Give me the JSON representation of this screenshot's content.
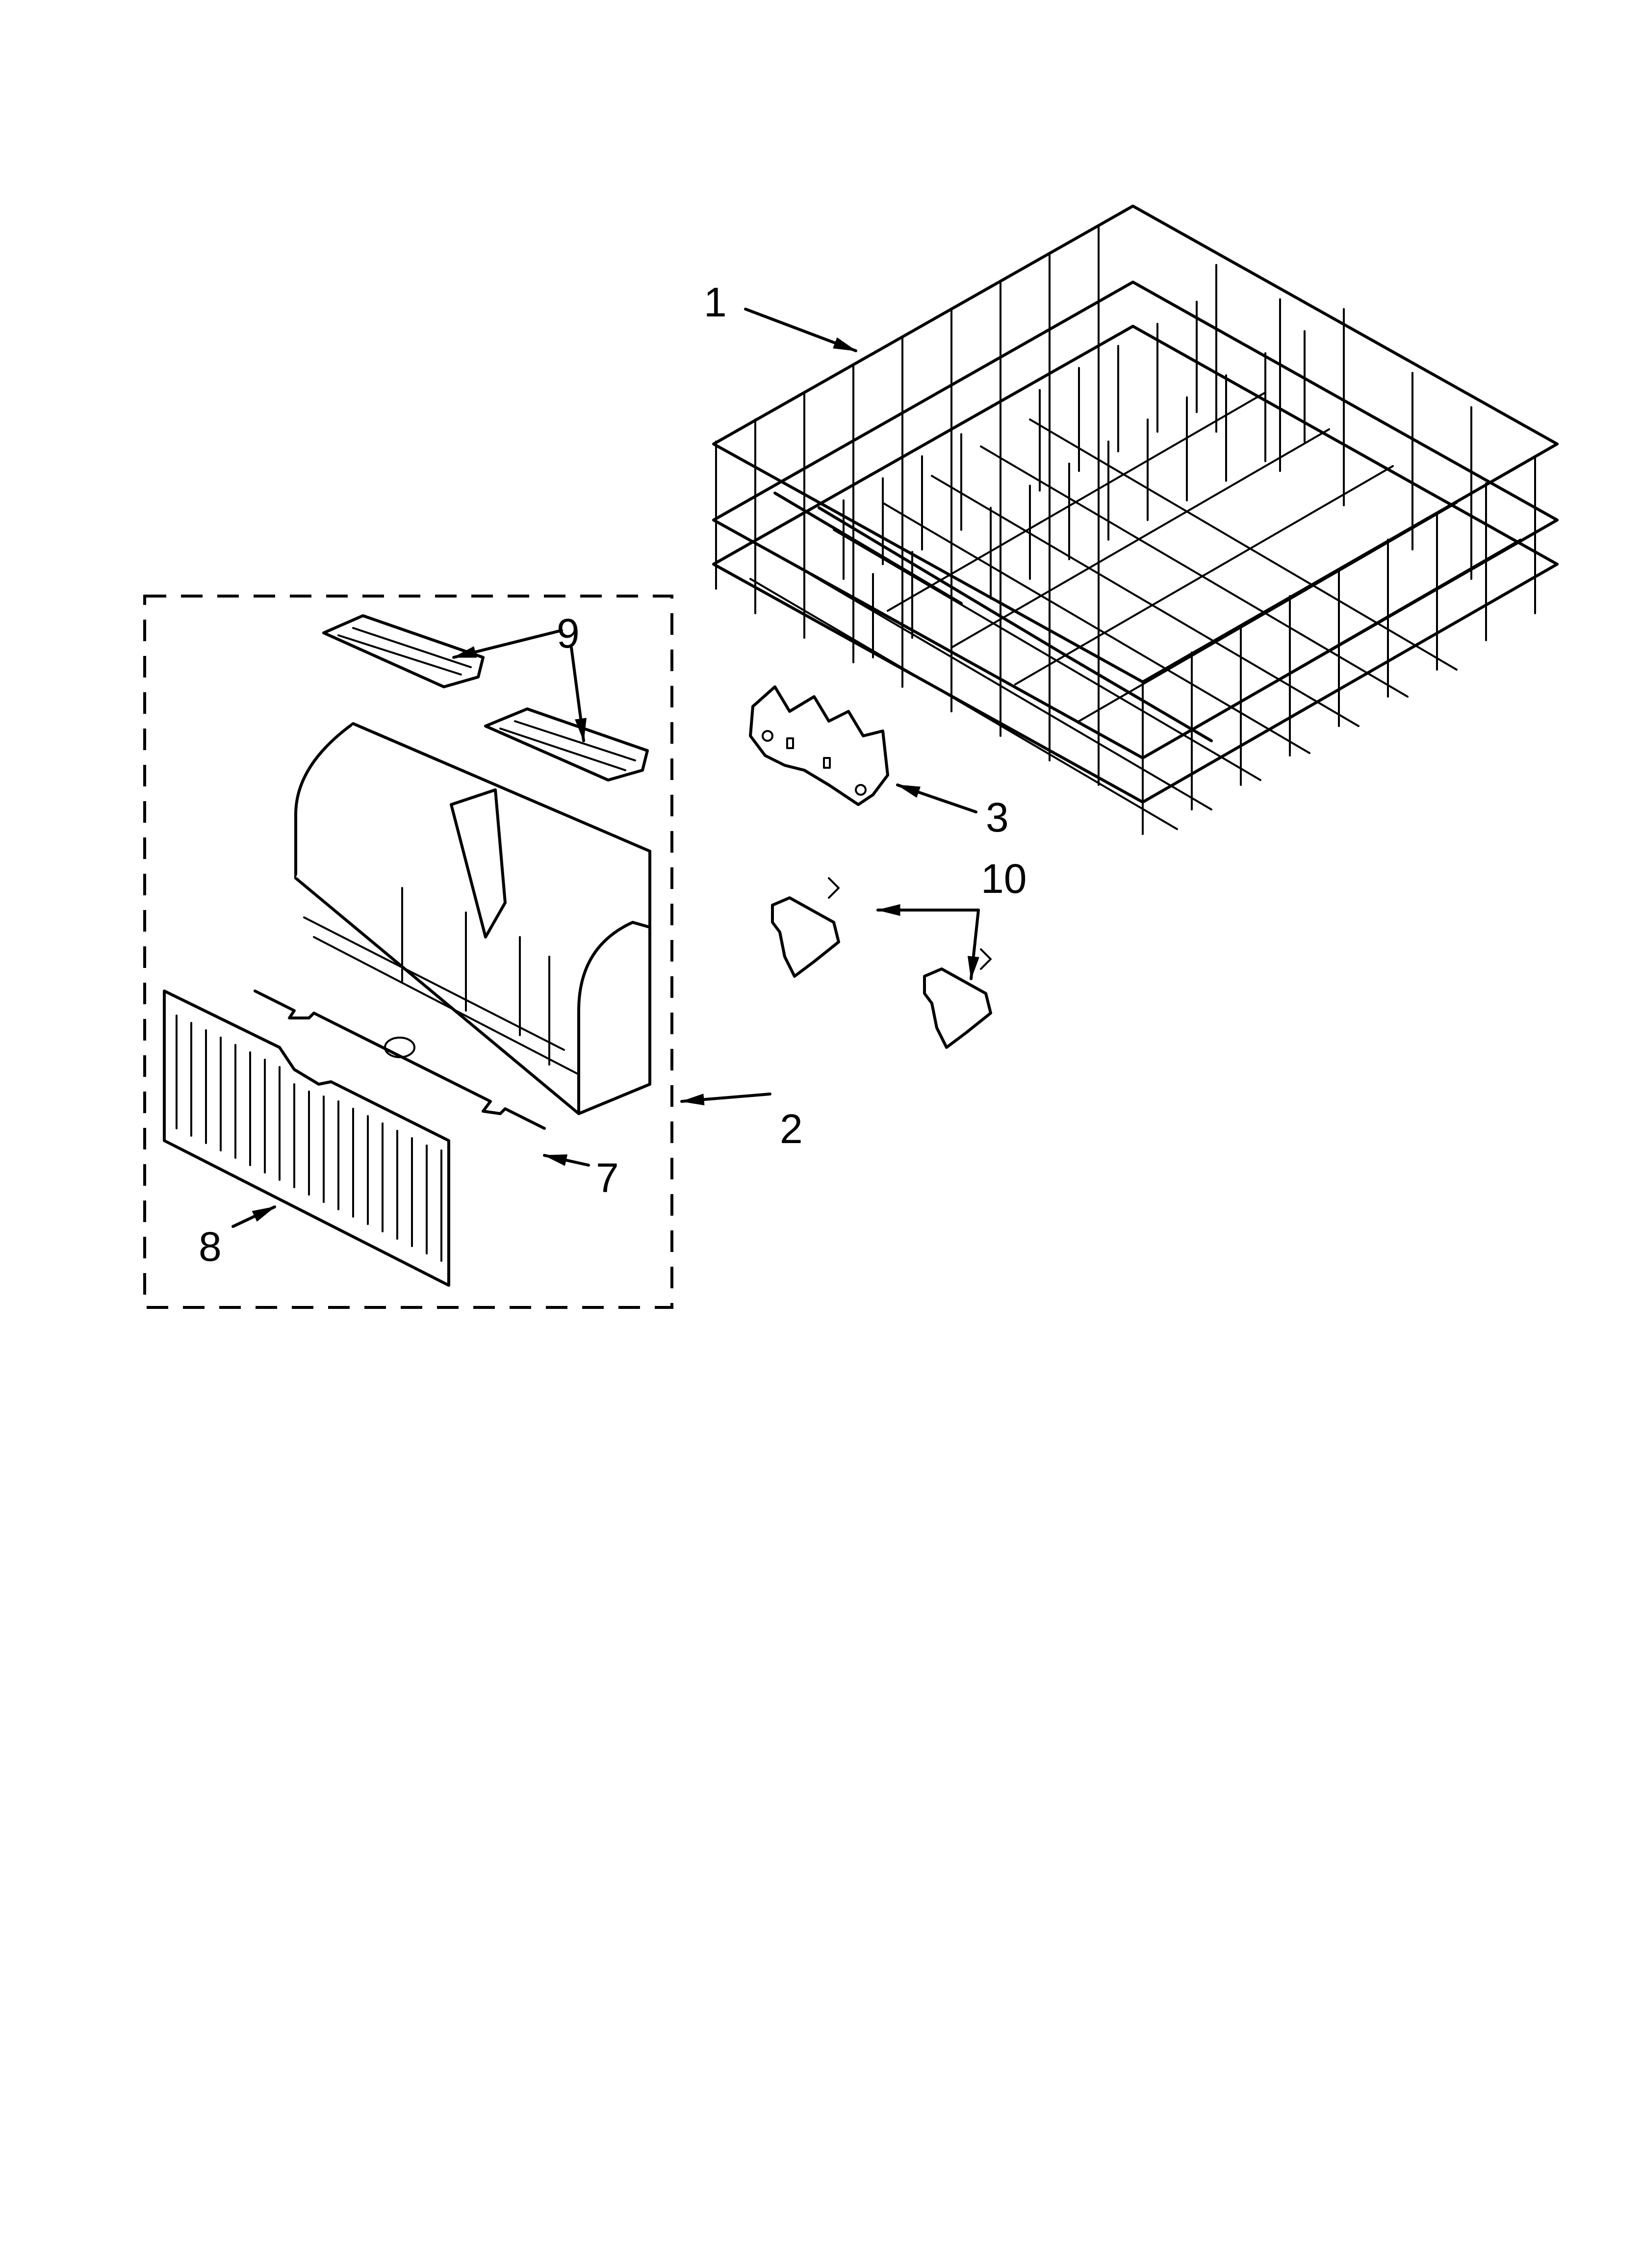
{
  "diagram": {
    "title": "Upper dishrack parts diagram",
    "background": "#ffffff",
    "line_color": "#000000",
    "callouts": [
      {
        "id": "1",
        "label": "1",
        "part": "upper dishrack (wire rack)"
      },
      {
        "id": "2",
        "label": "2",
        "part": "silverware basket assembly (dashed group)"
      },
      {
        "id": "3",
        "label": "3",
        "part": "rack adjuster / wheel carrier"
      },
      {
        "id": "7",
        "label": "7",
        "part": "basket divider bar"
      },
      {
        "id": "8",
        "label": "8",
        "part": "basket cover / side panel"
      },
      {
        "id": "9a",
        "label": "9",
        "part": "basket lid (upper)"
      },
      {
        "id": "9b",
        "label": "",
        "part": "basket lid (second, shares label 9)"
      },
      {
        "id": "10",
        "label": "10",
        "part": "rack clips (x2)"
      }
    ]
  }
}
